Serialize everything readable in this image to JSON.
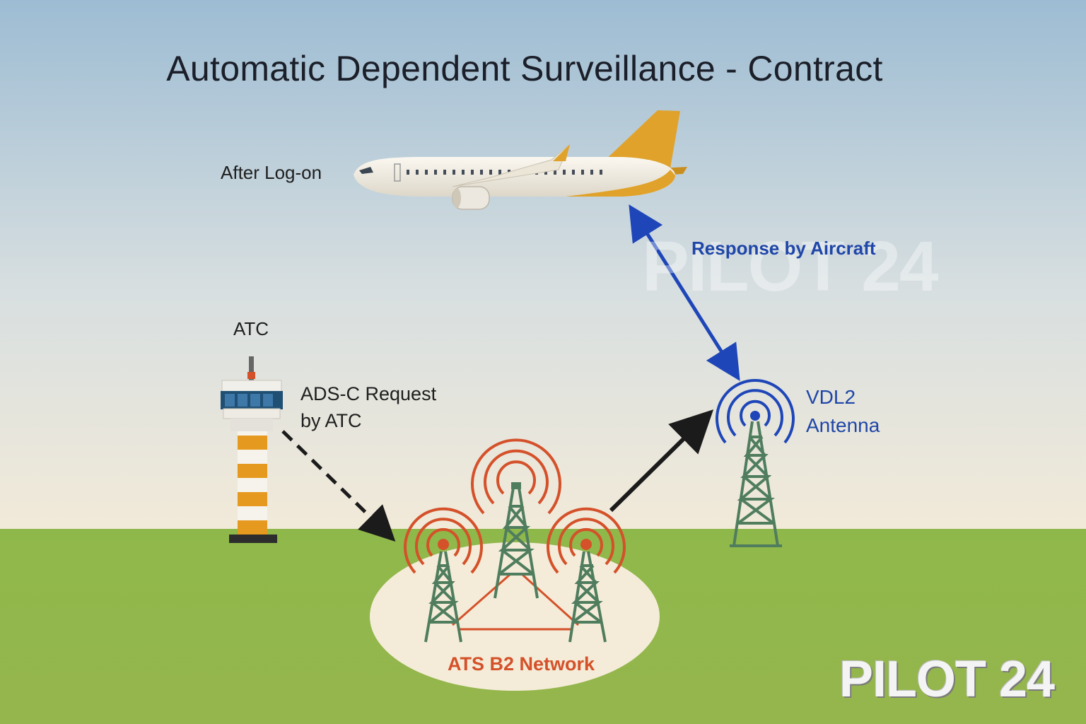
{
  "title": "Automatic Dependent Surveillance - Contract",
  "labels": {
    "aircraft": "After Log-on",
    "tower": "ATC",
    "request_line1": "ADS-C Request",
    "request_line2": "by ATC",
    "response": "Response by Aircraft",
    "antenna_line1": "VDL2",
    "antenna_line2": "Antenna",
    "network": "ATS B2 Network"
  },
  "branding": {
    "logo_text": "PILOT 24",
    "watermark_text": "PILOT 24"
  },
  "colors": {
    "sky_top": "#9dbcd3",
    "sky_bottom": "#f2ead9",
    "ground": "#8db54a",
    "network_accent": "#d4512a",
    "vdl2_accent": "#1f46a8",
    "tower_stripe": "#e59a1f",
    "aircraft_tail": "#e0a22a"
  },
  "icons": [
    "airliner-icon",
    "control-tower-icon",
    "radio-tower-icon",
    "radio-waves-icon"
  ]
}
